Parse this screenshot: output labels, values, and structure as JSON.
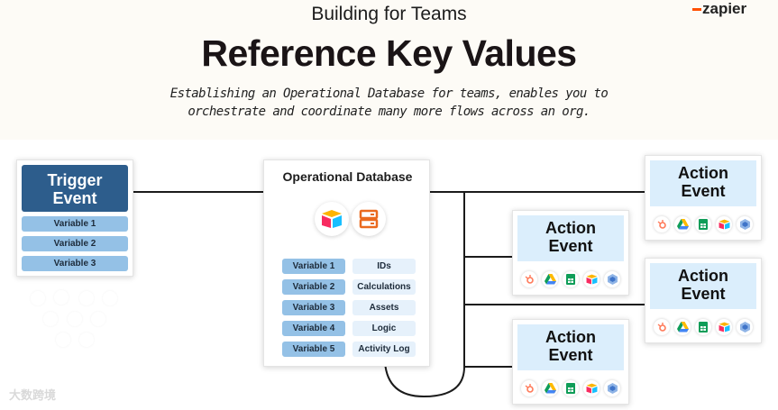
{
  "header": {
    "subtitle": "Building for Teams",
    "title": "Reference Key Values",
    "description_line1": "Establishing an Operational Database for teams, enables you to",
    "description_line2": "orchestrate and coordinate many more flows across an org.",
    "logo": "zapier"
  },
  "trigger": {
    "title_line1": "Trigger",
    "title_line2": "Event",
    "variables": [
      "Variable 1",
      "Variable 2",
      "Variable 3"
    ]
  },
  "database": {
    "title": "Operational Database",
    "icons": [
      "airtable-icon",
      "database-icon"
    ],
    "rows": [
      {
        "variable": "Variable 1",
        "field": "IDs"
      },
      {
        "variable": "Variable 2",
        "field": "Calculations"
      },
      {
        "variable": "Variable 3",
        "field": "Assets"
      },
      {
        "variable": "Variable 4",
        "field": "Logic"
      },
      {
        "variable": "Variable 5",
        "field": "Activity Log"
      }
    ]
  },
  "actions": [
    {
      "title_line1": "Action",
      "title_line2": "Event"
    },
    {
      "title_line1": "Action",
      "title_line2": "Event"
    },
    {
      "title_line1": "Action",
      "title_line2": "Event"
    },
    {
      "title_line1": "Action",
      "title_line2": "Event"
    }
  ],
  "action_app_icons": [
    "hubspot-icon",
    "google-drive-icon",
    "google-sheets-icon",
    "airtable-icon",
    "app-icon"
  ],
  "colors": {
    "trigger_header": "#2d5d8c",
    "variable_pill": "#94c1e6",
    "action_header": "#dbeefc",
    "zapier_orange": "#ff4f00"
  },
  "watermark": "大数跨境"
}
